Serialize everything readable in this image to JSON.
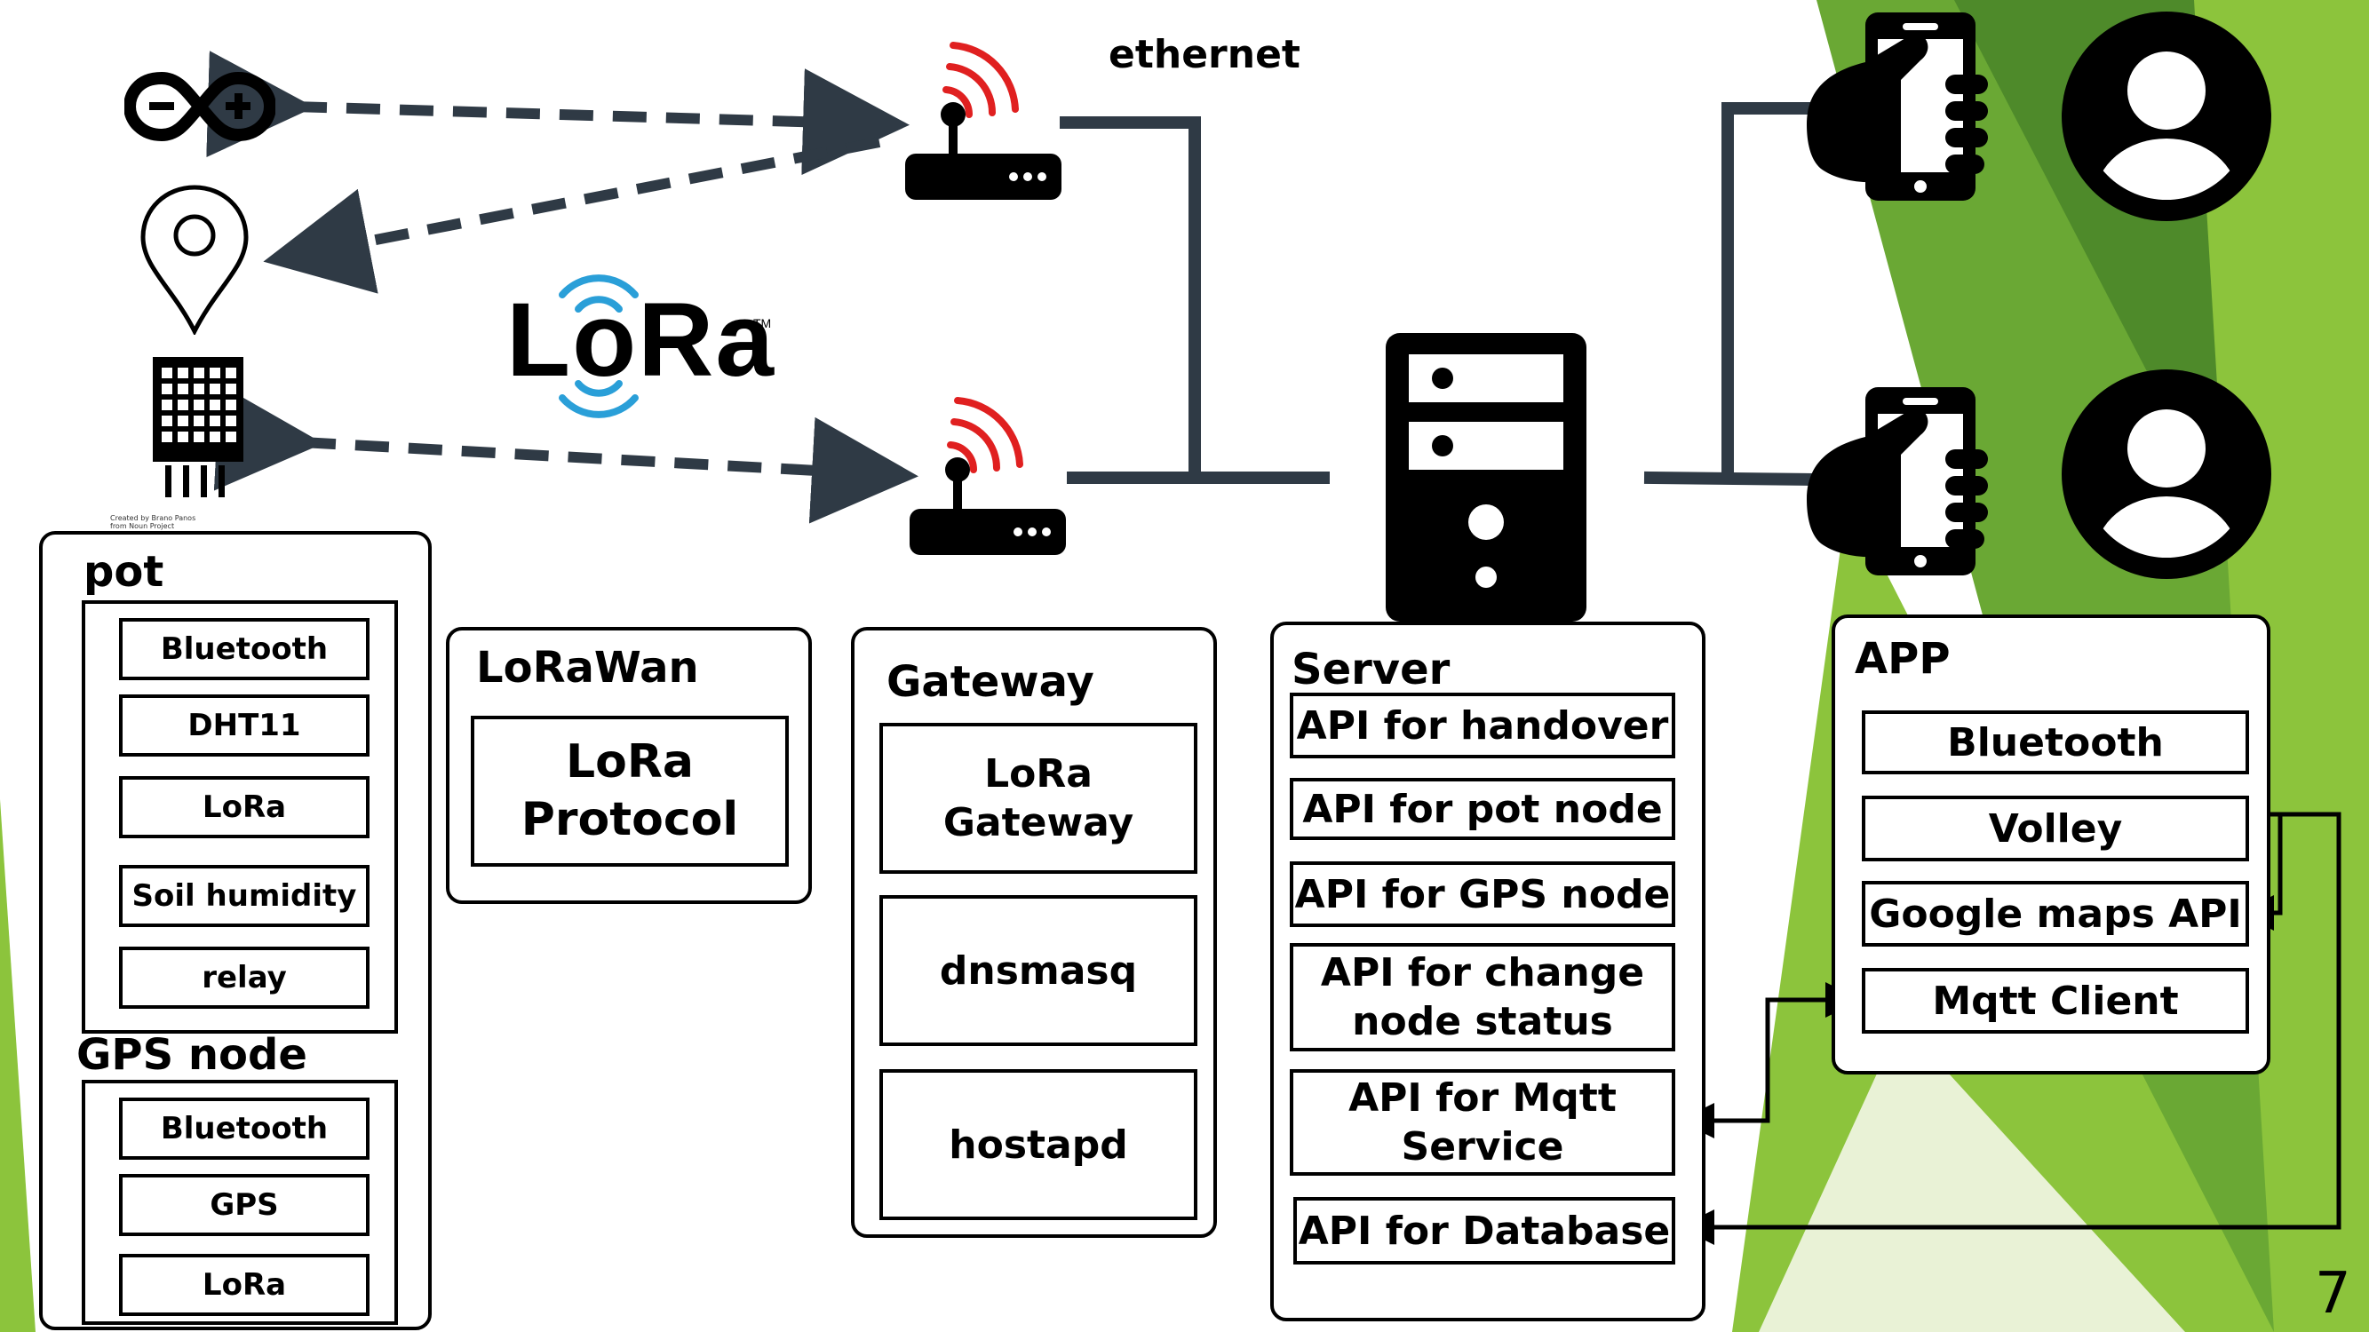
{
  "labels": {
    "ethernet": "ethernet",
    "lora_logo": "LoRa",
    "lora_tm": "TM",
    "icon_credit_1": "Created by Brano Panos",
    "icon_credit_2": "from Noun Project",
    "page_number": "7"
  },
  "pot_panel": {
    "pot_title": "pot",
    "pot_items": [
      "Bluetooth",
      "DHT11",
      "LoRa",
      "Soil humidity",
      "relay"
    ],
    "gps_title": "GPS node",
    "gps_items": [
      "Bluetooth",
      "GPS",
      "LoRa"
    ]
  },
  "lorawan_panel": {
    "title": "LoRaWan",
    "protocol_line1": "LoRa",
    "protocol_line2": "Protocol"
  },
  "gateway_panel": {
    "title": "Gateway",
    "items": [
      "LoRa Gateway",
      "dnsmasq",
      "hostapd"
    ]
  },
  "server_panel": {
    "title": "Server",
    "items": [
      "API for handover",
      "API for pot node",
      "API for GPS node"
    ],
    "change_status_line1": "API for change",
    "change_status_line2": "node status",
    "mqtt_line1": "API for Mqtt",
    "mqtt_line2": "Service",
    "database": "API for Database"
  },
  "app_panel": {
    "title": "APP",
    "items": [
      "Bluetooth",
      "Volley",
      "Google maps API",
      "Mqtt Client"
    ]
  },
  "colors": {
    "dark_line": "#2f3a45",
    "wifi_red": "#e02020",
    "lora_blue": "#2a9fd8",
    "green_light": "#8cc43c",
    "green_mid": "#6aa834",
    "green_dark": "#4e8a2a"
  },
  "icons": [
    "arduino-icon",
    "map-pin-icon",
    "dht-sensor-icon",
    "router-icon",
    "server-tower-icon",
    "phone-in-hand-icon",
    "user-avatar-icon"
  ]
}
